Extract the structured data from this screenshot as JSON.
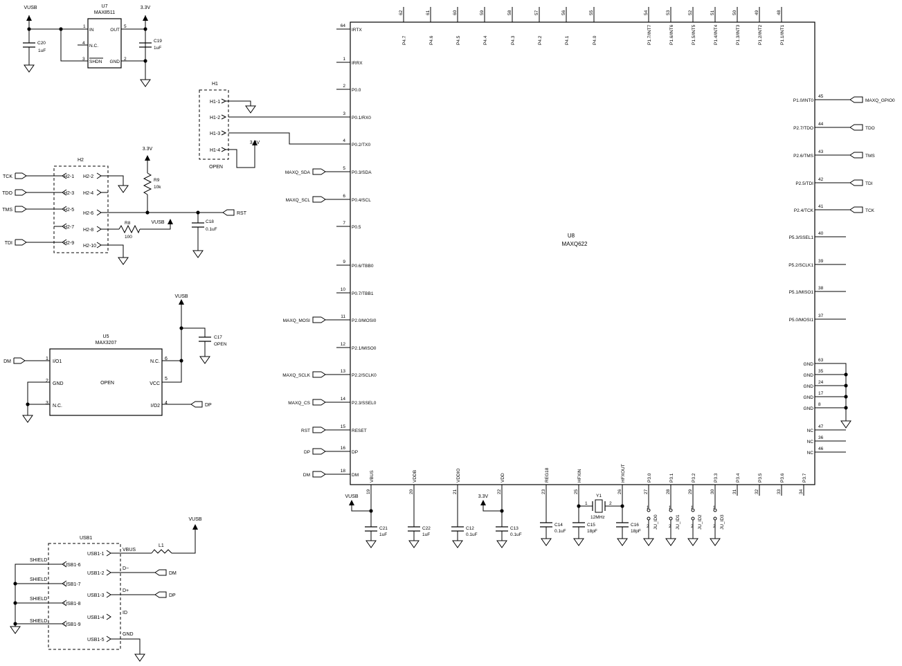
{
  "u8": {
    "ref": "U8",
    "part": "MAXQ622",
    "left_pins": [
      {
        "num": "64",
        "name": "IRTX",
        "net": ""
      },
      {
        "num": "1",
        "name": "IRRX",
        "net": ""
      },
      {
        "num": "2",
        "name": "P0.0",
        "net": ""
      },
      {
        "num": "3",
        "name": "P0.1/RX0",
        "net": ""
      },
      {
        "num": "4",
        "name": "P0.2/TX0",
        "net": ""
      },
      {
        "num": "5",
        "name": "P0.3/SDA",
        "net": "MAXQ_SDA"
      },
      {
        "num": "6",
        "name": "P0.4/SCL",
        "net": "MAXQ_SCL"
      },
      {
        "num": "7",
        "name": "P0.5",
        "net": ""
      },
      {
        "num": "9",
        "name": "P0.6/TBB0",
        "net": ""
      },
      {
        "num": "10",
        "name": "P0.7/TBB1",
        "net": ""
      },
      {
        "num": "11",
        "name": "P2.0/MOSI0",
        "net": "MAXQ_MOSI"
      },
      {
        "num": "12",
        "name": "P2.1/MISO0",
        "net": ""
      },
      {
        "num": "13",
        "name": "P2.2/SCLK0",
        "net": "MAXQ_SCLK"
      },
      {
        "num": "14",
        "name": "P2.3/SSEL0",
        "net": "MAXQ_CS"
      },
      {
        "num": "15",
        "name": "RESET",
        "net": "RST"
      },
      {
        "num": "16",
        "name": "DP",
        "net": "DP"
      },
      {
        "num": "18",
        "name": "DM",
        "net": "DM"
      }
    ],
    "top_pins": [
      {
        "num": "62",
        "name": "P4.7"
      },
      {
        "num": "61",
        "name": "P4.6"
      },
      {
        "num": "60",
        "name": "P4.5"
      },
      {
        "num": "59",
        "name": "P4.4"
      },
      {
        "num": "58",
        "name": "P4.3"
      },
      {
        "num": "57",
        "name": "P4.2"
      },
      {
        "num": "56",
        "name": "P4.1"
      },
      {
        "num": "55",
        "name": "P4.0"
      },
      {
        "num": "54",
        "name": "P1.7/INT7"
      },
      {
        "num": "53",
        "name": "P1.6/INT6"
      },
      {
        "num": "52",
        "name": "P1.5/INT5"
      },
      {
        "num": "51",
        "name": "P1.4/INT4"
      },
      {
        "num": "50",
        "name": "P1.3/INT3"
      },
      {
        "num": "49",
        "name": "P1.2/INT2"
      },
      {
        "num": "48",
        "name": "P1.1/INT1"
      }
    ],
    "right_pins": [
      {
        "num": "45",
        "name": "P1.0/INT0",
        "net": "MAXQ_GPIO0"
      },
      {
        "num": "44",
        "name": "P2.7/TDO",
        "net": "TDO"
      },
      {
        "num": "43",
        "name": "P2.6/TMS",
        "net": "TMS"
      },
      {
        "num": "42",
        "name": "P2.5/TDI",
        "net": "TDI"
      },
      {
        "num": "41",
        "name": "P2.4/TCK",
        "net": "TCK"
      },
      {
        "num": "40",
        "name": "P5.3/SSEL1",
        "net": ""
      },
      {
        "num": "39",
        "name": "P5.2/SCLK1",
        "net": ""
      },
      {
        "num": "38",
        "name": "P5.1/MISO1",
        "net": ""
      },
      {
        "num": "37",
        "name": "P5.0/MOSI1",
        "net": ""
      },
      {
        "num": "63",
        "name": "GND",
        "net": ""
      },
      {
        "num": "35",
        "name": "GND",
        "net": ""
      },
      {
        "num": "24",
        "name": "GND",
        "net": ""
      },
      {
        "num": "17",
        "name": "GND",
        "net": ""
      },
      {
        "num": "8",
        "name": "GND",
        "net": ""
      },
      {
        "num": "47",
        "name": "NC",
        "net": ""
      },
      {
        "num": "36",
        "name": "NC",
        "net": ""
      },
      {
        "num": "46",
        "name": "NC",
        "net": ""
      }
    ],
    "bottom_pins": [
      {
        "num": "19",
        "name": "VBUS"
      },
      {
        "num": "20",
        "name": "VDDB"
      },
      {
        "num": "21",
        "name": "VDDIO"
      },
      {
        "num": "22",
        "name": "VDD"
      },
      {
        "num": "23",
        "name": "REG18"
      },
      {
        "num": "25",
        "name": "HFXIN"
      },
      {
        "num": "26",
        "name": "HFXOUT"
      },
      {
        "num": "27",
        "name": "P3.0"
      },
      {
        "num": "28",
        "name": "P3.1"
      },
      {
        "num": "29",
        "name": "P3.2"
      },
      {
        "num": "30",
        "name": "P3.3"
      },
      {
        "num": "31",
        "name": "P3.4"
      },
      {
        "num": "32",
        "name": "P3.5"
      },
      {
        "num": "33",
        "name": "P3.6"
      },
      {
        "num": "34",
        "name": "P3.7"
      }
    ]
  },
  "u7": {
    "ref": "U7",
    "part": "MAX8511",
    "pins": {
      "in": "IN",
      "nc": "N.C.",
      "shdn": "SHDN",
      "out": "OUT",
      "gnd": "GND"
    },
    "pin_nums": {
      "in": "1",
      "nc": "4",
      "shdn": "3",
      "out": "5",
      "gnd": "2"
    }
  },
  "u5": {
    "ref": "U5",
    "part": "MAX3207",
    "body": "OPEN",
    "pins": {
      "io1": "I/O1",
      "gnd": "GND",
      "nc_l": "N.C.",
      "nc_r": "N.C.",
      "vcc": "VCC",
      "io2": "I/O2"
    },
    "pin_nums": {
      "io1": "1",
      "gnd": "2",
      "nc_l": "3",
      "nc_r": "6",
      "vcc": "5",
      "io2": "4"
    }
  },
  "h1": {
    "ref": "H1",
    "note": "OPEN",
    "pins": [
      "H1-1",
      "H1-2",
      "H1-3",
      "H1-4"
    ]
  },
  "h2": {
    "ref": "H2",
    "pins": [
      "H2-1",
      "H2-2",
      "H2-3",
      "H2-4",
      "H2-5",
      "H2-6",
      "H2-7",
      "H2-8",
      "H2-9",
      "H2-10"
    ],
    "nets": [
      "TCK",
      "TDO",
      "TMS",
      "TDI",
      "RST"
    ]
  },
  "usb1": {
    "ref": "USB1",
    "pins": [
      "USB1-1",
      "USB1-2",
      "USB1-3",
      "USB1-4",
      "USB1-5",
      "USB1-6",
      "USB1-7",
      "USB1-8",
      "USB1-9"
    ],
    "signals": [
      "VBUS",
      "D−",
      "D+",
      "ID",
      "GND"
    ],
    "shield": "SHIELD",
    "inductor": "L1",
    "nets": [
      "DM",
      "DP"
    ]
  },
  "caps": [
    {
      "ref": "C20",
      "value": "1uF"
    },
    {
      "ref": "C19",
      "value": "1uF"
    },
    {
      "ref": "C18",
      "value": "0.1uF"
    },
    {
      "ref": "C17",
      "value": "OPEN"
    },
    {
      "ref": "C21",
      "value": "1uF"
    },
    {
      "ref": "C22",
      "value": "1uF"
    },
    {
      "ref": "C12",
      "value": "0.1uF"
    },
    {
      "ref": "C13",
      "value": "0.1uF"
    },
    {
      "ref": "C14",
      "value": "0.1uF"
    },
    {
      "ref": "C15",
      "value": "18pF"
    },
    {
      "ref": "C16",
      "value": "18pF"
    }
  ],
  "resistors": [
    {
      "ref": "R9",
      "value": "10k"
    },
    {
      "ref": "R8",
      "value": "100"
    }
  ],
  "crystal": {
    "ref": "Y1",
    "value": "12MHz",
    "pin1": "1",
    "pin2": "2"
  },
  "jumpers": [
    "JU_ID0",
    "JU_ID1",
    "JU_ID2",
    "JU_ID3"
  ],
  "jumper_pins": [
    "2",
    "1"
  ],
  "power": {
    "vusb": "VUSB",
    "v33": "3.3V"
  },
  "nets": {
    "rst": "RST",
    "dm": "DM",
    "dp": "DP"
  }
}
